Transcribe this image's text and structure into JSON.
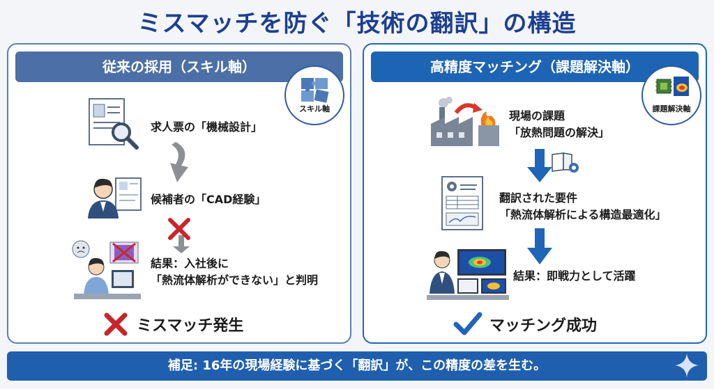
{
  "title": "ミスマッチを防ぐ「技術の翻訳」の構造",
  "left": {
    "header": "従来の採用（スキル軸）",
    "badge": "スキル軸",
    "step1": "求人票の「機械設計」",
    "step2": "候補者の「CAD経験」",
    "step3_line1": "結果：入社後に",
    "step3_line2": "「熱流体解析ができない」と判明",
    "result": "ミスマッチ発生"
  },
  "right": {
    "header": "高精度マッチング（課題解決軸）",
    "badge": "課題解決軸",
    "step1_line1": "現場の課題",
    "step1_line2": "「放熱問題の解決」",
    "step2_line1": "翻訳された要件",
    "step2_line2": "「熱流体解析による構造最適化」",
    "step3": "結果：即戦力として活躍",
    "result": "マッチング成功"
  },
  "footer": "補足: 16年の現場経験に基づく「翻訳」が、この精度の差を生む。",
  "colors": {
    "title": "#1c3f8f",
    "left_header": "#4d6fa8",
    "right_header": "#1e64b4",
    "fail": "#c8262b",
    "success": "#1f66b8"
  }
}
